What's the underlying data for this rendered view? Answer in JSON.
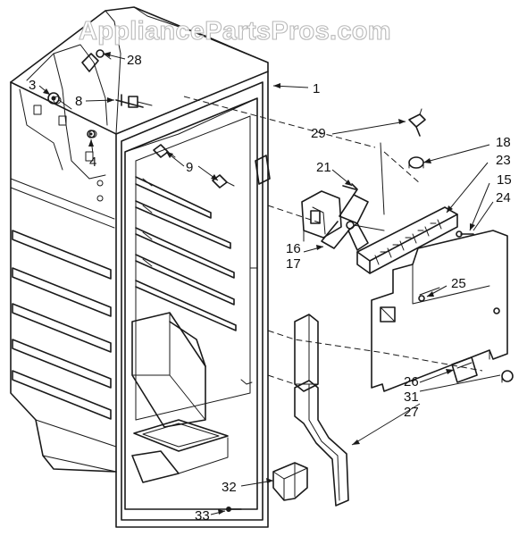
{
  "watermark": "AppliancePartsPros.com",
  "callouts": {
    "p1": "1",
    "p3": "3",
    "p4": "4",
    "p8": "8",
    "p9": "9",
    "p15": "15",
    "p16": "16",
    "p17": "17",
    "p18": "18",
    "p21": "21",
    "p23": "23",
    "p24": "24",
    "p25": "25",
    "p26": "26",
    "p27": "27",
    "p28": "28",
    "p29": "29",
    "p31": "31",
    "p32": "32",
    "p33": "33"
  }
}
